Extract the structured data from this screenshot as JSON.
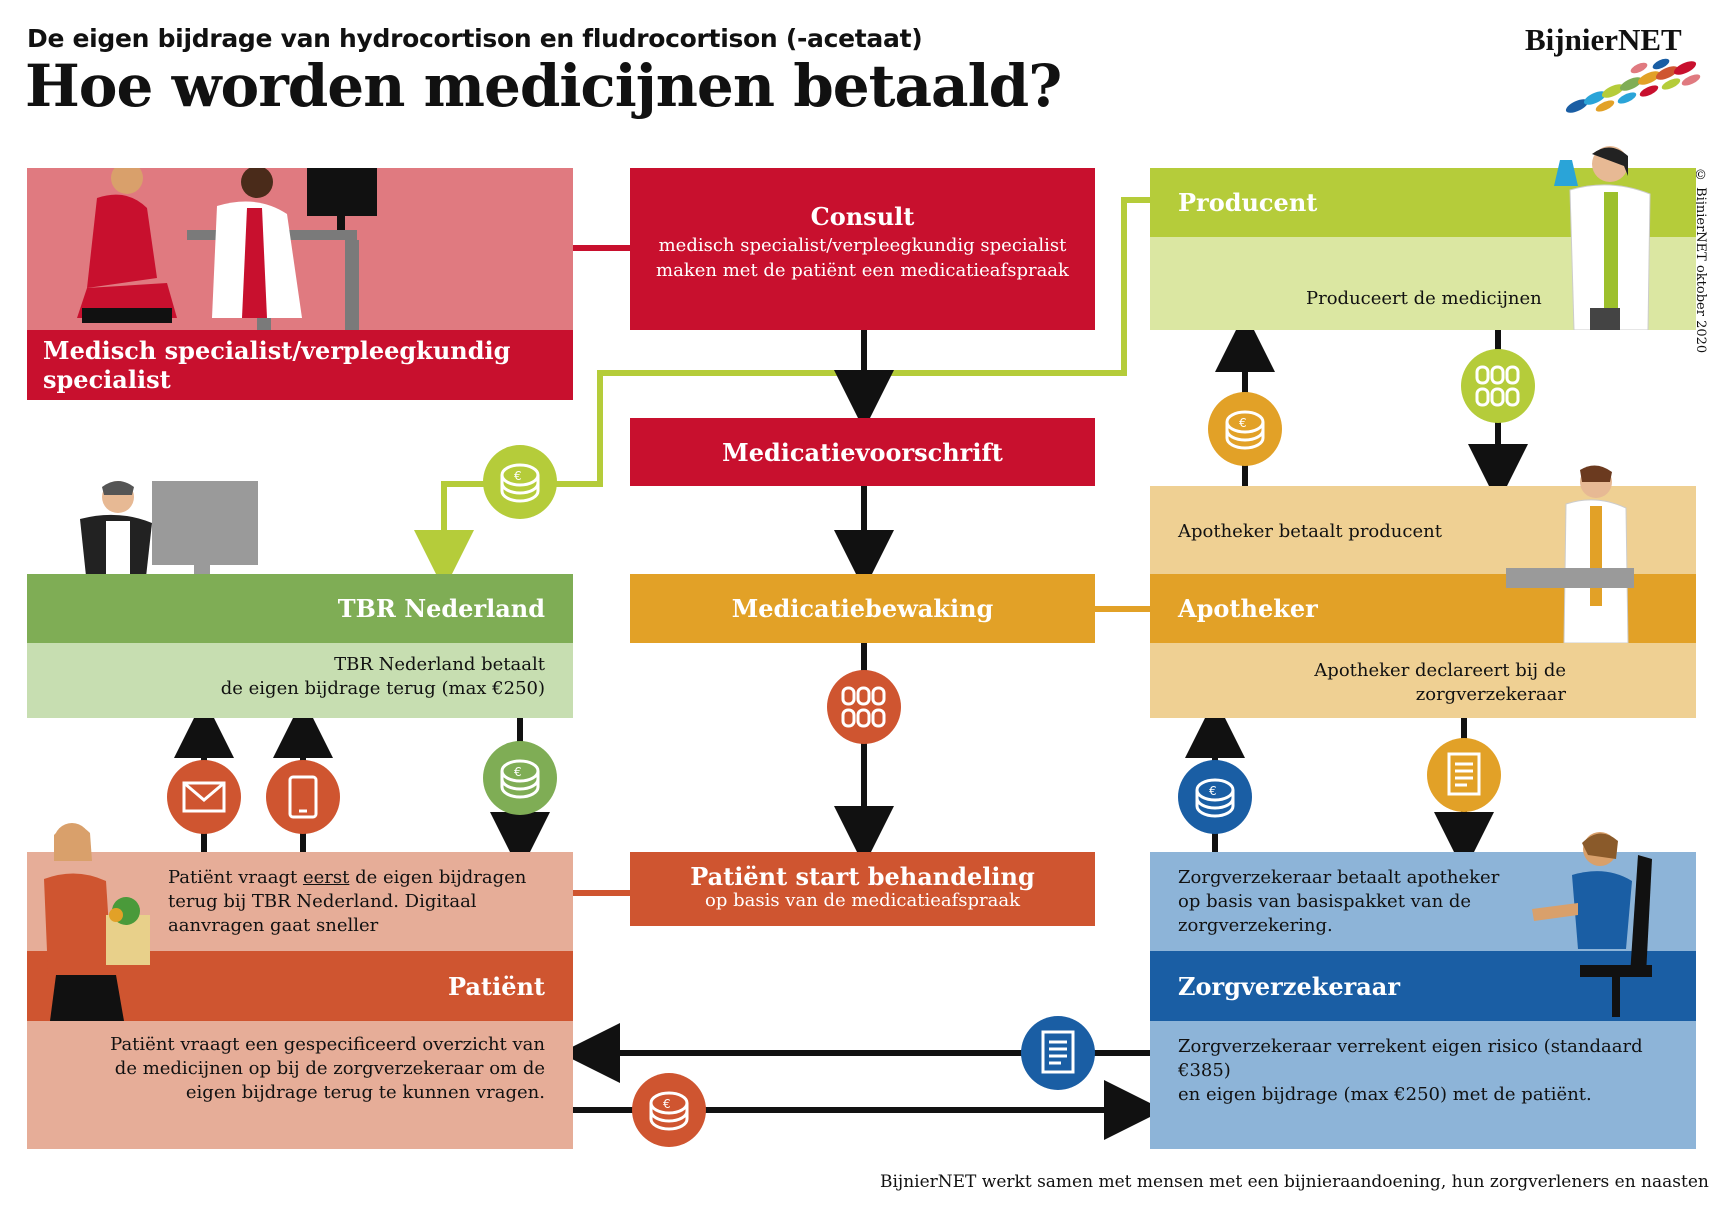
{
  "header": {
    "subtitle": "De eigen bijdrage van hydrocortison en fludrocortison (-acetaat)",
    "title": "Hoe worden medicijnen betaald?",
    "brand": "BijnierNET",
    "copyright": "© BijnierNET oktober 2020"
  },
  "specialist": {
    "label": "Medisch specialist/verpleegkundig specialist"
  },
  "consult": {
    "title": "Consult",
    "line1": "medisch specialist/verpleegkundig specialist",
    "line2": "maken met de patiënt een medicatieafspraak"
  },
  "voorschrift": {
    "label": "Medicatievoorschrift"
  },
  "bewaking": {
    "label": "Medicatiebewaking"
  },
  "start": {
    "title": "Patiënt start behandeling",
    "subtitle": "op basis van de medicatieafspraak"
  },
  "producent": {
    "title": "Producent",
    "text": "Produceert de medicijnen"
  },
  "apotheker": {
    "pays_text": "Apotheker betaalt producent",
    "title": "Apotheker",
    "declares_line1": "Apotheker declareert bij de",
    "declares_line2": "zorgverzekeraar"
  },
  "tbr": {
    "title": "TBR Nederland",
    "line1": "TBR Nederland betaalt",
    "line2": "de eigen bijdrage terug (max €250)"
  },
  "patient": {
    "ask_pre": "Patiënt vraagt ",
    "ask_em": "eerst",
    "ask_post": " de eigen bijdragen",
    "ask_line2": "terug bij TBR Nederland. Digitaal",
    "ask_line3": "aanvragen gaat sneller",
    "title": "Patiënt",
    "req_line1": "Patiënt vraagt een gespecificeerd overzicht van",
    "req_line2": "de medicijnen op bij de zorgverzekeraar om de",
    "req_line3": "eigen bijdrage terug te kunnen vragen."
  },
  "zorgverzekeraar": {
    "pays_line1": "Zorgverzekeraar betaalt apotheker",
    "pays_line2": "op basis van basispakket van de",
    "pays_line3": "zorgverzekering.",
    "title": "Zorgverzekeraar",
    "settle_line1": "Zorgverzekeraar verrekent eigen risico (standaard €385)",
    "settle_line2": "en eigen bijdrage (max €250) met de patiënt."
  },
  "footer": {
    "text": "BijnierNET werkt samen met mensen met een bijnieraandoening, hun zorgverleners en naasten"
  },
  "colors": {
    "red": "#c8102e",
    "pink": "#e07a80",
    "lime": "#b5cc3a",
    "lime_light": "#dbe7a2",
    "green": "#7fad55",
    "green_light": "#c7deb1",
    "orange": "#e2a127",
    "sand": "#efd093",
    "rust": "#cf5530",
    "salmon": "#e6ad98",
    "blue": "#1a5ea4",
    "blue_light": "#8db4d8"
  },
  "icons": [
    "coins-icon",
    "pills-icon",
    "envelope-icon",
    "tablet-icon",
    "document-icon",
    "logo-icon"
  ]
}
